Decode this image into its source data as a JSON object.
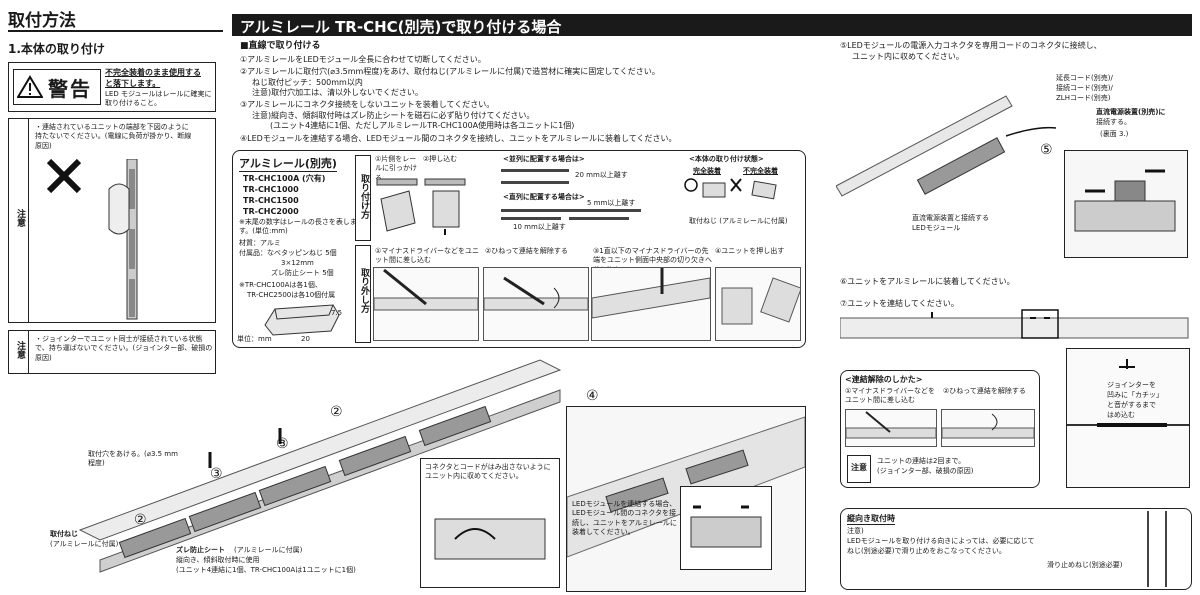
{
  "left": {
    "heading": "取付方法",
    "subheading": "1.本体の取り付け",
    "warning": {
      "badge": "警告",
      "title_line1": "不完全装着のまま使用する",
      "title_line2": "と落下します。",
      "body": "LED モジュールはレールに確実に取り付けること。"
    },
    "caution1": {
      "side_label": "注意",
      "text": "・連結されているユニットの端部を下図のように持たないでください。(電線に負荷が掛かり、断線原因)"
    },
    "caution2": {
      "side_label": "注意",
      "text": "・ジョインターでユニット同士が接続されている状態で、持ち運ばないでください。(ジョインター部、破損の原因)"
    }
  },
  "banner": "アルミレール TR-CHC(別売)で取り付ける場合",
  "direct": {
    "heading": "■直線で取り付ける",
    "step1": "①アルミレールをLEDモジュール全長に合わせて切断してください。",
    "step2a": "②アルミレールに取付穴(⌀3.5mm程度)をあけ、取付ねじ(アルミレールに付属)で造営材に確実に固定してください。",
    "step2b": "ねじ取付ピッチ：500mm以内",
    "step2c": "注意)取付穴加工は、清以外しないでください。",
    "step3a": "③アルミレールにコネクタ接続をしないユニットを装着してください。",
    "step3b": "注意)縦向き、傾斜取付時はズレ防止シートを磁石に必ず貼り付けてください。",
    "step3c": "(ユニット4連結に1個、ただしアルミレールTR-CHC100A使用時は各ユニットに1個)",
    "step4": "④LEDモジュールを連結する場合、LEDモジュール間のコネクタを接続し、ユニットをアルミレールに装着してください。"
  },
  "rail_box": {
    "title": "アルミレール(別売)",
    "models": [
      "TR-CHC100A (穴有)",
      "TR-CHC1000",
      "TR-CHC1500",
      "TR-CHC2000"
    ],
    "note1": "※末尾の数字はレールの長さを表します。(単位:mm)",
    "material": "材質：アルミ",
    "accessories1": "付属品：なべタッピンねじ 5個",
    "accessories2": "3×12mm",
    "accessories3": "ズレ防止シート 5個",
    "note2": "※TR-CHC100Aは各1個、",
    "note3": "TR-CHC2500は各10個付属",
    "unit": "単位：mm",
    "dim_h": "7.5",
    "dim_w": "20",
    "install_label": "取り付け方",
    "remove_label": "取り外し方",
    "inst1": "①片側をレールに引っかける",
    "inst2": "②押し込む",
    "parallel": "<並列に配置する場合は>",
    "parallel_dim": "20 mm以上離す",
    "straight": "<直列に配置する場合は>",
    "straight_dim1": "5 mm以上離す",
    "straight_dim2": "10 mm以上離す",
    "state_title": "<本体の取り付け状態>",
    "complete": "完全装着",
    "incomplete": "不完全装着",
    "screw": "取付ねじ (アルミレールに付属)",
    "rem1": "①マイナスドライバーなどをユニット間に差し込む",
    "rem2": "②ひねって連結を解除する",
    "rem3": "③1直以下のマイナスドライバーの先端をユニット側面中央部の切り欠きへ差し込む",
    "rem4": "④ユニットを押し出す"
  },
  "bottom_left": {
    "hole": "取付穴をあける。(⌀3.5 mm程度)",
    "screw": "取付ねじ",
    "screw_sub": "(アルミレールに付属)",
    "sheet": "ズレ防止シート",
    "sheet_sub": "(アルミレールに付属)",
    "sheet_note1": "縦向き、傾斜取付時に使用",
    "sheet_note2": "(ユニット4連結に1個、TR-CHC100Aは1ユニットに1個)",
    "c2": "②",
    "c3": "③",
    "c4": "④"
  },
  "mid_bottom": {
    "note": "コネクタとコードがはみ出さないようにユニット内に収めてください。",
    "detail": "LEDモジュールを連結する場合、LEDモジュール間のコネクタを接続し、ユニットをアルミレールに装着してください。"
  },
  "right": {
    "step5a": "⑤LEDモジュールの電源入力コネクタを専用コードのコネクタに接続し、",
    "step5b": "ユニット内に収めてください。",
    "cord_label1": "延長コード(別売)/",
    "cord_label2": "接続コード(別売)/",
    "cord_label3": "ZLHコード(別売)",
    "dc_label1": "直流電源装置(別売)に",
    "dc_label2": "接続する。",
    "dc_label3": "(裏面 3.)",
    "module_label1": "直流電源装置と接続する",
    "module_label2": "LEDモジュール",
    "c5": "⑤",
    "step6": "⑥ユニットをアルミレールに装着してください。",
    "step7": "⑦ユニットを連結してください。",
    "unlink_title": "<連結解除のしかた>",
    "unlink1": "①マイナスドライバーなどをユニット間に差し込む",
    "unlink2": "②ひねって連結を解除する",
    "caution_label": "注意",
    "caution_text1": "ユニットの連結は2回まで。",
    "caution_text2": "(ジョインター部、破損の原因)",
    "joint_text1": "ジョインターを",
    "joint_text2": "凹みに「カチッ」",
    "joint_text3": "と音がするまで",
    "joint_text4": "はめ込む",
    "vertical_title": "縦向き取付時",
    "vertical_note_label": "注意)",
    "vertical_note1": "LEDモジュールを取り付ける向きによっては、必要に応じて",
    "vertical_note2": "ねじ(別途必要)で滑り止めをおこなってください。",
    "slip_screw": "滑り止めねじ(別途必要)"
  }
}
